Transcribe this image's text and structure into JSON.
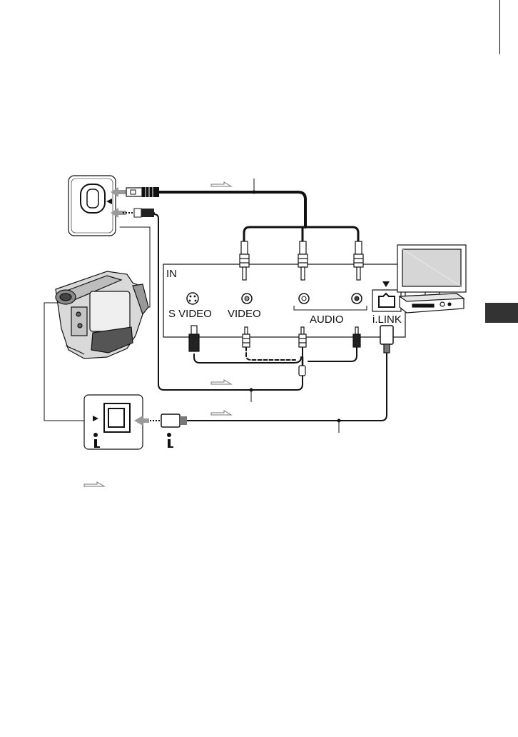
{
  "panel": {
    "in_label": "IN",
    "jacks": {
      "s_video": "S VIDEO",
      "video": "VIDEO",
      "audio": "AUDIO",
      "ilink": "i.LINK"
    }
  },
  "colors": {
    "ink": "#111111",
    "screen_grey": "#d6d6d6",
    "arrow_grey": "#9a9a9a",
    "tab_dark": "#333333"
  },
  "icons": {
    "signal_flow": "hollow-arrow-icon",
    "ilink_symbol": "ilink-i-icon",
    "port_arrow": "triangle-arrow-icon"
  }
}
